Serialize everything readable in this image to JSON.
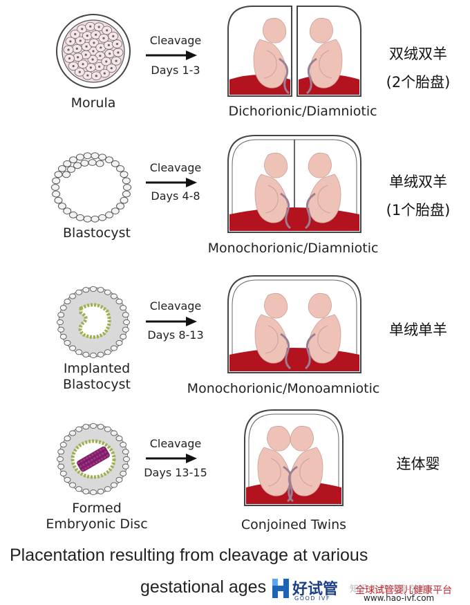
{
  "rows": [
    {
      "stage": "Morula",
      "stage_line2": "",
      "cleavage": "Cleavage",
      "days": "Days 1-3",
      "twin_type": "Dichorionic/Diamniotic",
      "cn_line1": "双绒双羊",
      "cn_line2": "(2个胎盘)"
    },
    {
      "stage": "Blastocyst",
      "stage_line2": "",
      "cleavage": "Cleavage",
      "days": "Days 4-8",
      "twin_type": "Monochorionic/Diamniotic",
      "cn_line1": "单绒双羊",
      "cn_line2": "(1个胎盘)"
    },
    {
      "stage": "Implanted",
      "stage_line2": "Blastocyst",
      "cleavage": "Cleavage",
      "days": "Days 8-13",
      "twin_type": "Monochorionic/Monoamniotic",
      "cn_line1": "单绒单羊",
      "cn_line2": ""
    },
    {
      "stage": "Formed",
      "stage_line2": "Embryonic Disc",
      "cleavage": "Cleavage",
      "days": "Days 13-15",
      "twin_type": "Conjoined Twins",
      "cn_line1": "连体婴",
      "cn_line2": ""
    }
  ],
  "caption": {
    "line1": "Placentation resulting from cleavage at various",
    "line2": "gestational ages"
  },
  "watermark": {
    "brand": "好试管",
    "brand_sub": "GOOD IVF",
    "zhihu": "知乎 @好试管-外中",
    "slogan": "全球试管婴儿健康平台",
    "url": "www.hao-ivf.com"
  },
  "colors": {
    "fetus": "#efc2b8",
    "placenta": "#b3131f",
    "sac": "#444444",
    "morula_cell": "#f1dce0",
    "zona": "#d9d9d9",
    "embryonic_disc": "#7a1f6b"
  }
}
